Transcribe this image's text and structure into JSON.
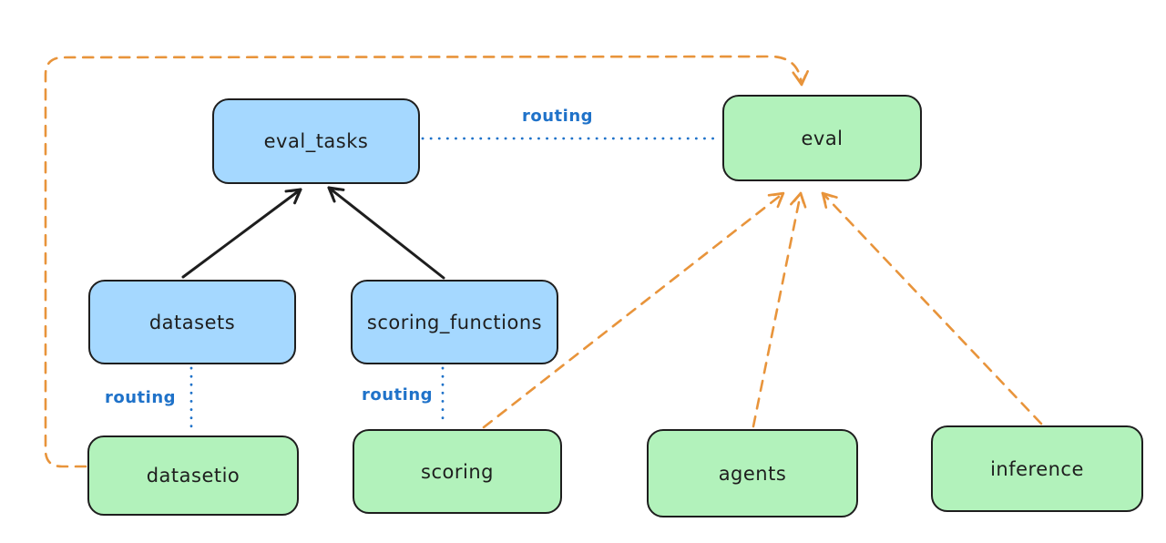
{
  "nodes": {
    "eval_tasks": {
      "label": "eval_tasks",
      "fill": "blue"
    },
    "eval": {
      "label": "eval",
      "fill": "green"
    },
    "datasets": {
      "label": "datasets",
      "fill": "blue"
    },
    "scoring_functions": {
      "label": "scoring_functions",
      "fill": "blue"
    },
    "datasetio": {
      "label": "datasetio",
      "fill": "green"
    },
    "scoring": {
      "label": "scoring",
      "fill": "green"
    },
    "agents": {
      "label": "agents",
      "fill": "green"
    },
    "inference": {
      "label": "inference",
      "fill": "green"
    }
  },
  "edges": {
    "datasets_to_eval_tasks": {
      "from": "datasets",
      "to": "eval_tasks",
      "style": "solid",
      "arrow": true,
      "color": "#1e1e1e"
    },
    "scoring_functions_to_eval_tasks": {
      "from": "scoring_functions",
      "to": "eval_tasks",
      "style": "solid",
      "arrow": true,
      "color": "#1e1e1e"
    },
    "eval_tasks_to_eval": {
      "from": "eval_tasks",
      "to": "eval",
      "style": "dotted",
      "arrow": false,
      "color": "#1f72c9",
      "label": "routing"
    },
    "datasets_to_datasetio": {
      "from": "datasets",
      "to": "datasetio",
      "style": "dotted",
      "arrow": false,
      "color": "#1f72c9",
      "label": "routing"
    },
    "scoring_functions_to_scoring": {
      "from": "scoring_functions",
      "to": "scoring",
      "style": "dotted",
      "arrow": false,
      "color": "#1f72c9",
      "label": "routing"
    },
    "datasetio_to_eval": {
      "from": "datasetio",
      "to": "eval",
      "style": "dashed",
      "arrow": true,
      "color": "#e8943b"
    },
    "scoring_to_eval": {
      "from": "scoring",
      "to": "eval",
      "style": "dashed",
      "arrow": true,
      "color": "#e8943b"
    },
    "agents_to_eval": {
      "from": "agents",
      "to": "eval",
      "style": "dashed",
      "arrow": true,
      "color": "#e8943b"
    },
    "inference_to_eval": {
      "from": "inference",
      "to": "eval",
      "style": "dashed",
      "arrow": true,
      "color": "#e8943b"
    }
  },
  "colors": {
    "background": "#ffffff",
    "node_stroke": "#1e1e1e",
    "blue_fill": "#a5d8ff",
    "green_fill": "#b2f2bb",
    "routing_blue": "#1f72c9",
    "dashed_orange": "#e8943b"
  }
}
